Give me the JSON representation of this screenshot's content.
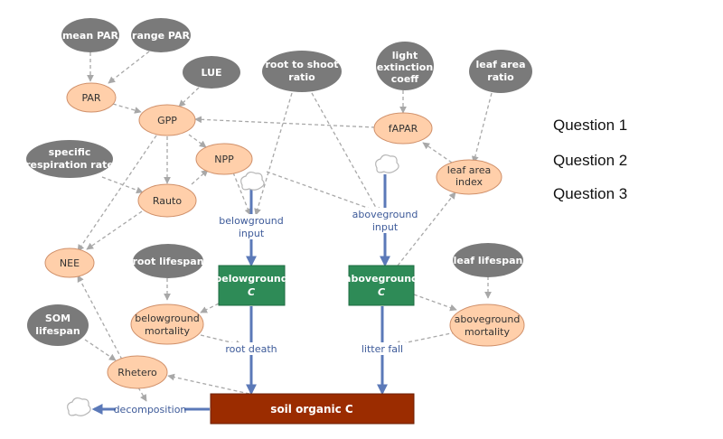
{
  "colors": {
    "param_fill": "#7a7a7a",
    "state_fill": "#ffcfaa",
    "state_stroke": "#d0906a",
    "pool_fill": "#2e8b57",
    "soil_fill": "#9b2c00",
    "flow": "#5b79b8",
    "dashed": "#a8a8a8"
  },
  "parameters": {
    "mean_par": "mean PAR",
    "range_par": "range PAR",
    "lue": "LUE",
    "root_shoot_1": "root to shoot",
    "root_shoot_2": "ratio",
    "light_ext_1": "light",
    "light_ext_2": "extinction",
    "light_ext_3": "coeff",
    "leaf_area_ratio_1": "leaf area",
    "leaf_area_ratio_2": "ratio",
    "specific_resp_1": "specific",
    "specific_resp_2": "respiration rate",
    "root_lifespan": "root lifespan",
    "leaf_lifespan": "leaf lifespan",
    "som_lifespan_1": "SOM",
    "som_lifespan_2": "lifespan"
  },
  "states": {
    "par": "PAR",
    "gpp": "GPP",
    "npp": "NPP",
    "rauto": "Rauto",
    "nee": "NEE",
    "fapar": "fAPAR",
    "leaf_area_index_1": "leaf area",
    "leaf_area_index_2": "index",
    "bg_mortality_1": "belowground",
    "bg_mortality_2": "mortality",
    "ag_mortality_1": "aboveground",
    "ag_mortality_2": "mortality",
    "rhetero": "Rhetero"
  },
  "pools": {
    "belowground_1": "belowground",
    "belowground_2": "C",
    "aboveground_1": "aboveground",
    "aboveground_2": "C",
    "soil": "soil organic C"
  },
  "flows": {
    "bg_input_1": "belowground",
    "bg_input_2": "input",
    "ag_input_1": "aboveground",
    "ag_input_2": "input",
    "root_death": "root death",
    "litter_fall": "litter fall",
    "decomposition": "decomposition"
  },
  "questions": [
    "Question 1",
    "Question 2",
    "Question 3"
  ]
}
